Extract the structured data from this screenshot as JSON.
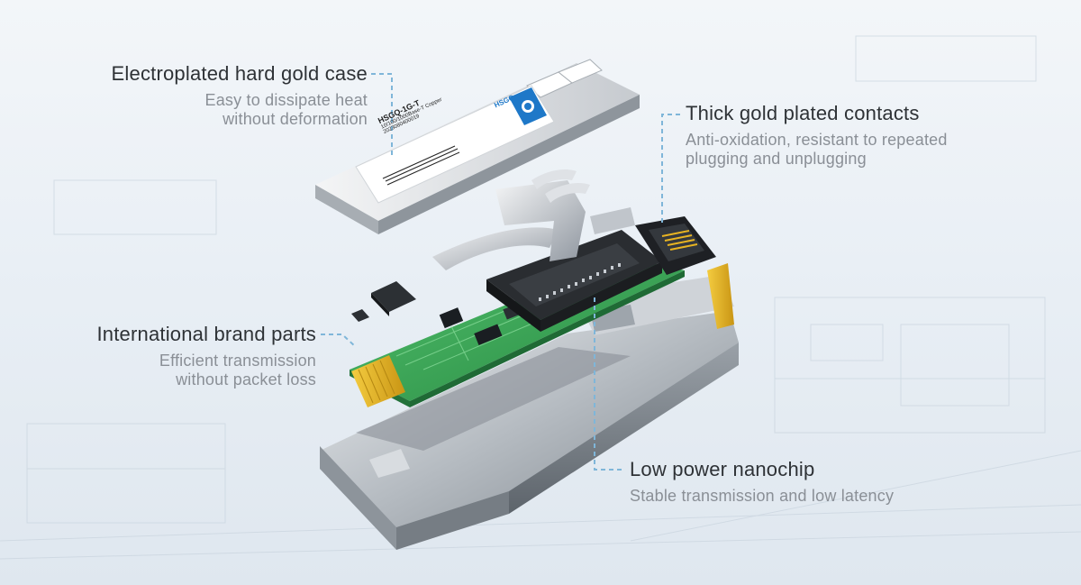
{
  "colors": {
    "leader": "#7fb6d9",
    "title": "#2e3236",
    "desc": "#8a8f96",
    "pcb": "#3aa356",
    "gold": "#e5b21f",
    "shell": "#b9bec4",
    "label_blue": "#1e78c8"
  },
  "module": {
    "label_brand": "HSGC",
    "label_model": "HSGQ-1G-T",
    "label_spec": "10/100/1000Base-T Copper",
    "label_serial": "2023080400019"
  },
  "callouts": [
    {
      "title": "Electroplated hard gold case",
      "desc": [
        "Easy to dissipate heat",
        "without deformation"
      ]
    },
    {
      "title": "Thick gold plated contacts",
      "desc": [
        "Anti-oxidation, resistant to repeated",
        "plugging and unplugging"
      ]
    },
    {
      "title": "International brand parts",
      "desc": [
        "Efficient transmission",
        "without packet loss"
      ]
    },
    {
      "title": "Low power nanochip",
      "desc": [
        "Stable transmission and low latency"
      ]
    }
  ]
}
